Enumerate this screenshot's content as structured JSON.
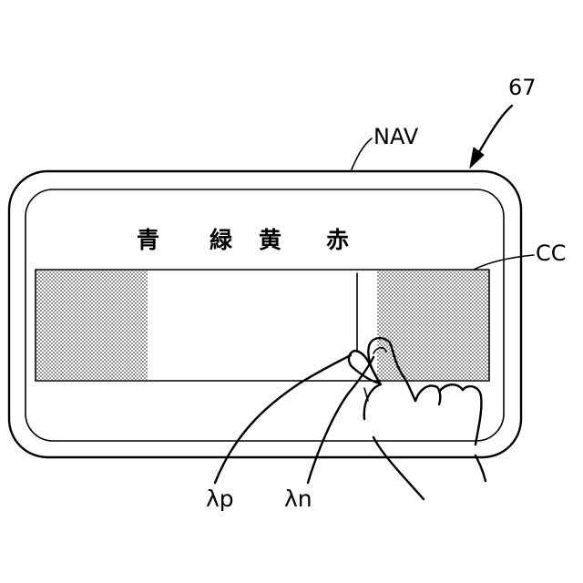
{
  "figure": {
    "ref_number": "67",
    "device_label": "NAV",
    "strip_label": "CC",
    "colors": [
      "青",
      "緑",
      "黄",
      "赤"
    ],
    "wavelength_p": "λp",
    "wavelength_n": "λn"
  }
}
